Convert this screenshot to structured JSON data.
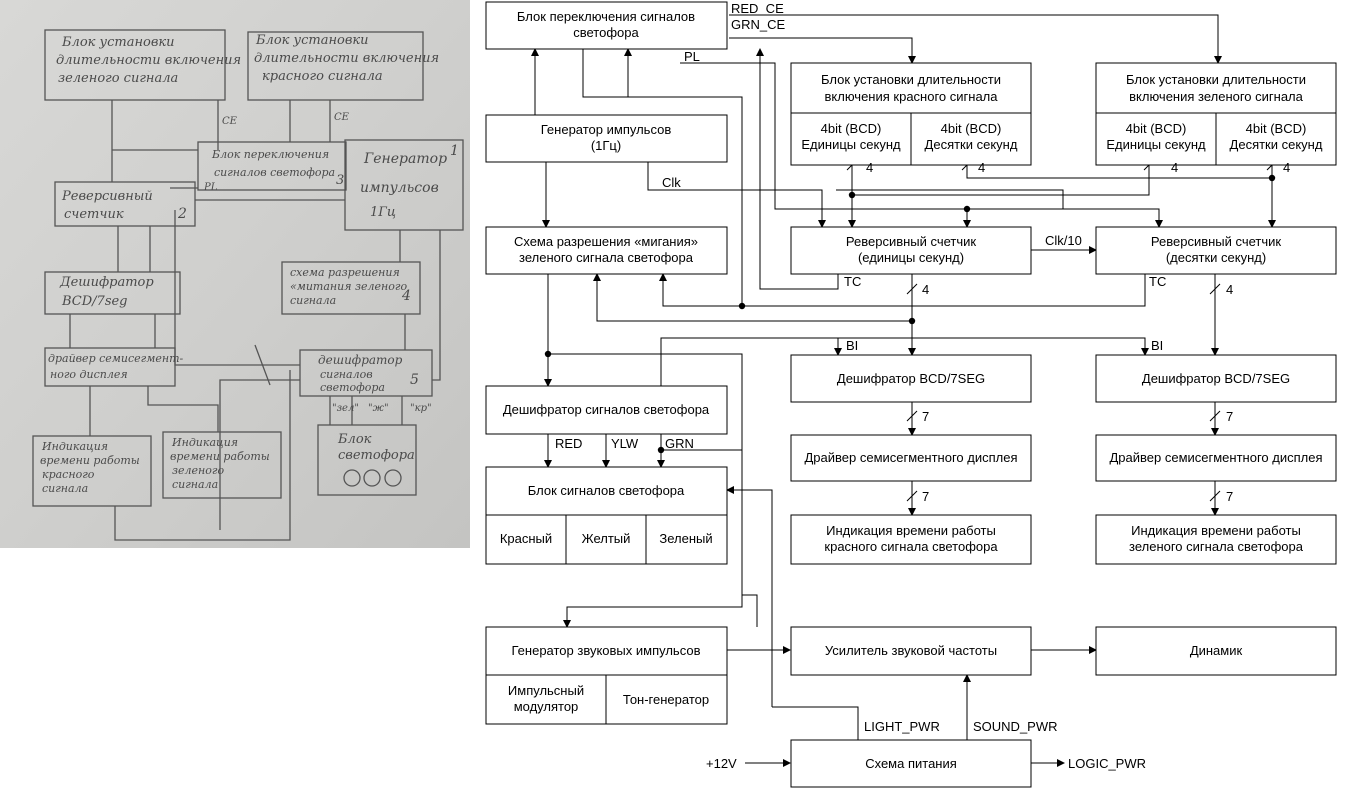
{
  "sketch": {
    "blocks": {
      "green_dur": [
        "Блок установки",
        "длительности включения",
        "зеленого сигнала"
      ],
      "red_dur": [
        "Блок установки",
        "длительности включения",
        "красного сигнала"
      ],
      "switch": [
        "Блок переключения",
        "сигналов светофора"
      ],
      "generator": [
        "Генератор",
        "импульсов",
        "1Гц"
      ],
      "counter": [
        "Реверсивный",
        "счетчик"
      ],
      "decoder": [
        "Дешифратор",
        "BCD/7seg"
      ],
      "blink": [
        "схема разрешения",
        "«митания зеленого",
        "сигнала"
      ],
      "driver": [
        "драйвер семисегмент-",
        "ного дисплея"
      ],
      "light_decoder": [
        "дешифратор",
        "сигналов",
        "светофора"
      ],
      "lights": [
        "Блок",
        "светофора"
      ],
      "red_ind": [
        "Индикация",
        "времени работы",
        "красного",
        "сигнала"
      ],
      "green_ind": [
        "Индикация",
        "времени работы",
        "зеленого",
        "сигнала"
      ]
    },
    "labels": {
      "ce1": "CE",
      "ce2": "CE",
      "pl": "PL",
      "zel": "\"зел\"",
      "zh": "\"ж\"",
      "kr": "\"кр\"",
      "n1": "1",
      "n2": "2",
      "n3": "3",
      "n4": "4",
      "n5": "5"
    }
  },
  "diagram": {
    "blocks": {
      "switch": [
        "Блок переключения сигналов",
        "светофора"
      ],
      "generator": [
        "Генератор импульсов",
        "(1Гц)"
      ],
      "red_dur": [
        "Блок установки длительности",
        "включения красного сигнала"
      ],
      "green_dur": [
        "Блок установки длительности",
        "включения зеленого сигнала"
      ],
      "bcd_units": [
        "4bit (BCD)",
        "Единицы секунд"
      ],
      "bcd_tens": [
        "4bit (BCD)",
        "Десятки секунд"
      ],
      "blink": [
        "Схема разрешения «мигания»",
        "зеленого сигнала светофора"
      ],
      "counter_units": [
        "Реверсивный счетчик",
        "(единицы секунд)"
      ],
      "counter_tens": [
        "Реверсивный счетчик",
        "(десятки секунд)"
      ],
      "decoder_7seg": "Дешифратор BCD/7SEG",
      "light_decoder": "Дешифратор сигналов светофора",
      "driver": "Драйвер семисегментного дисплея",
      "lights": "Блок сигналов светофора",
      "red": "Красный",
      "yellow": "Желтый",
      "green": "Зеленый",
      "red_ind": [
        "Индикация времени работы",
        "красного сигнала светофора"
      ],
      "green_ind": [
        "Индикация времени работы",
        "зеленого сигнала светофора"
      ],
      "sound_gen": "Генератор звуковых импульсов",
      "modulator": [
        "Импульсный",
        "модулятор"
      ],
      "tone": "Тон-генератор",
      "amplifier": "Усилитель звуковой частоты",
      "speaker": "Динамик",
      "power": "Схема питания"
    },
    "signals": {
      "red_ce": "RED_CE",
      "grn_ce": "GRN_CE",
      "pl": "PL",
      "clk": "Clk",
      "clk10": "Clk/10",
      "tc": "TC",
      "bi": "BI",
      "bus4": "4",
      "bus7": "7",
      "red": "RED",
      "ylw": "YLW",
      "grn": "GRN",
      "light_pwr": "LIGHT_PWR",
      "sound_pwr": "SOUND_PWR",
      "v12": "+12V",
      "logic_pwr": "LOGIC_PWR"
    }
  }
}
